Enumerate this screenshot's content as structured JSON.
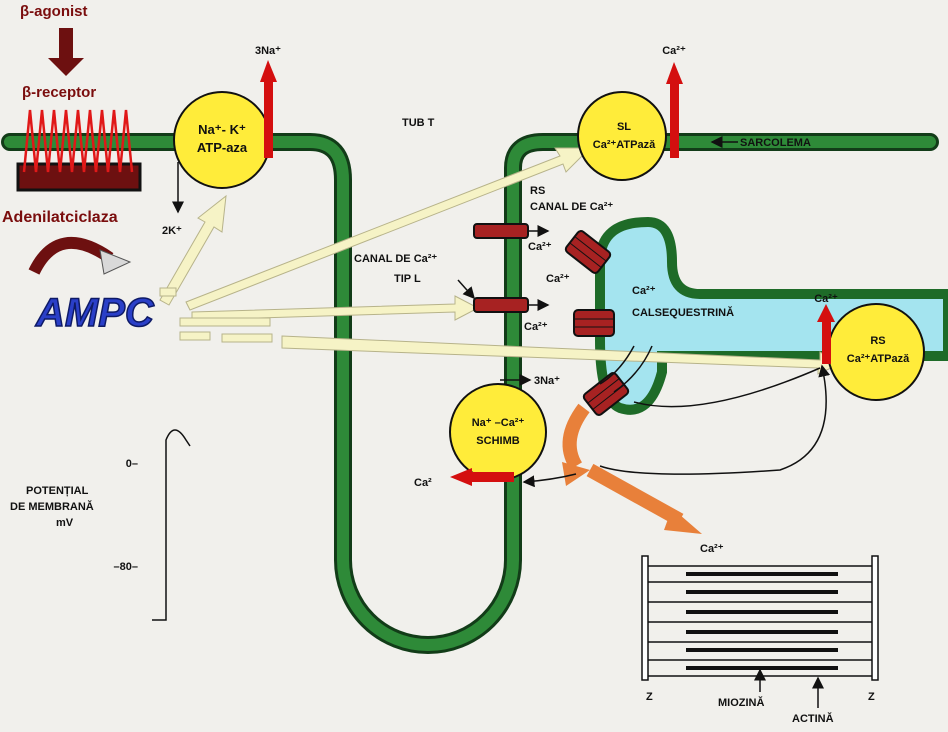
{
  "header": {
    "agonist": "β-agonist",
    "receptor": "β-receptor",
    "enzyme": "Adenilatciclaza",
    "ampc": "AMPC"
  },
  "pump_nak": {
    "line1": "Na⁺- K⁺",
    "line2": "ATP-aza",
    "out_label": "3Na⁺",
    "in_label": "2K⁺"
  },
  "labels": {
    "tub_t": "TUB T",
    "sarcolema": "SARCOLEMA",
    "rs_channel_line1": "RS",
    "rs_channel_line2": "CANAL DE Ca²⁺",
    "l_channel_line1": "CANAL DE Ca²⁺",
    "l_channel_line2": "TIP L",
    "calsequestrina": "CALSEQUESTRINĂ",
    "ca_a": "Ca²⁺",
    "ca_b": "Ca²⁺",
    "ca_c": "Ca²⁺",
    "ca_d": "Ca²⁺",
    "exchanger_out": "3Na⁺",
    "exchanger_ca": "Ca²",
    "myofil_ca": "Ca²⁺",
    "z_left": "Z",
    "z_right": "Z",
    "miozina": "MIOZINĂ",
    "actina": "ACTINĂ"
  },
  "sl_pump": {
    "line1": "SL",
    "line2": "Ca²⁺ATPază",
    "out_label": "Ca²⁺"
  },
  "rs_pump": {
    "line1": "RS",
    "line2": "Ca²⁺ATPază",
    "in_label": "Ca²⁺"
  },
  "exchanger": {
    "line1": "Na⁺ –Ca²⁺",
    "line2": "SCHIMB"
  },
  "membrane_potential": {
    "label_line1": "POTENȚIAL",
    "label_line2": "DE MEMBRANĂ",
    "label_line3": "mV",
    "tick_top": "0–",
    "tick_bottom": "–80–"
  },
  "colors": {
    "membrane_green": "#1e6b28",
    "sr_lumen": "#a4e4ef",
    "pump_yellow": "#ffec3a",
    "arrow_red": "#d40f0f",
    "channel_red": "#a72222",
    "ampc_blue": "#2a3fc8",
    "orange": "#e8803a",
    "pale_arrow": "#f6f3c6"
  }
}
